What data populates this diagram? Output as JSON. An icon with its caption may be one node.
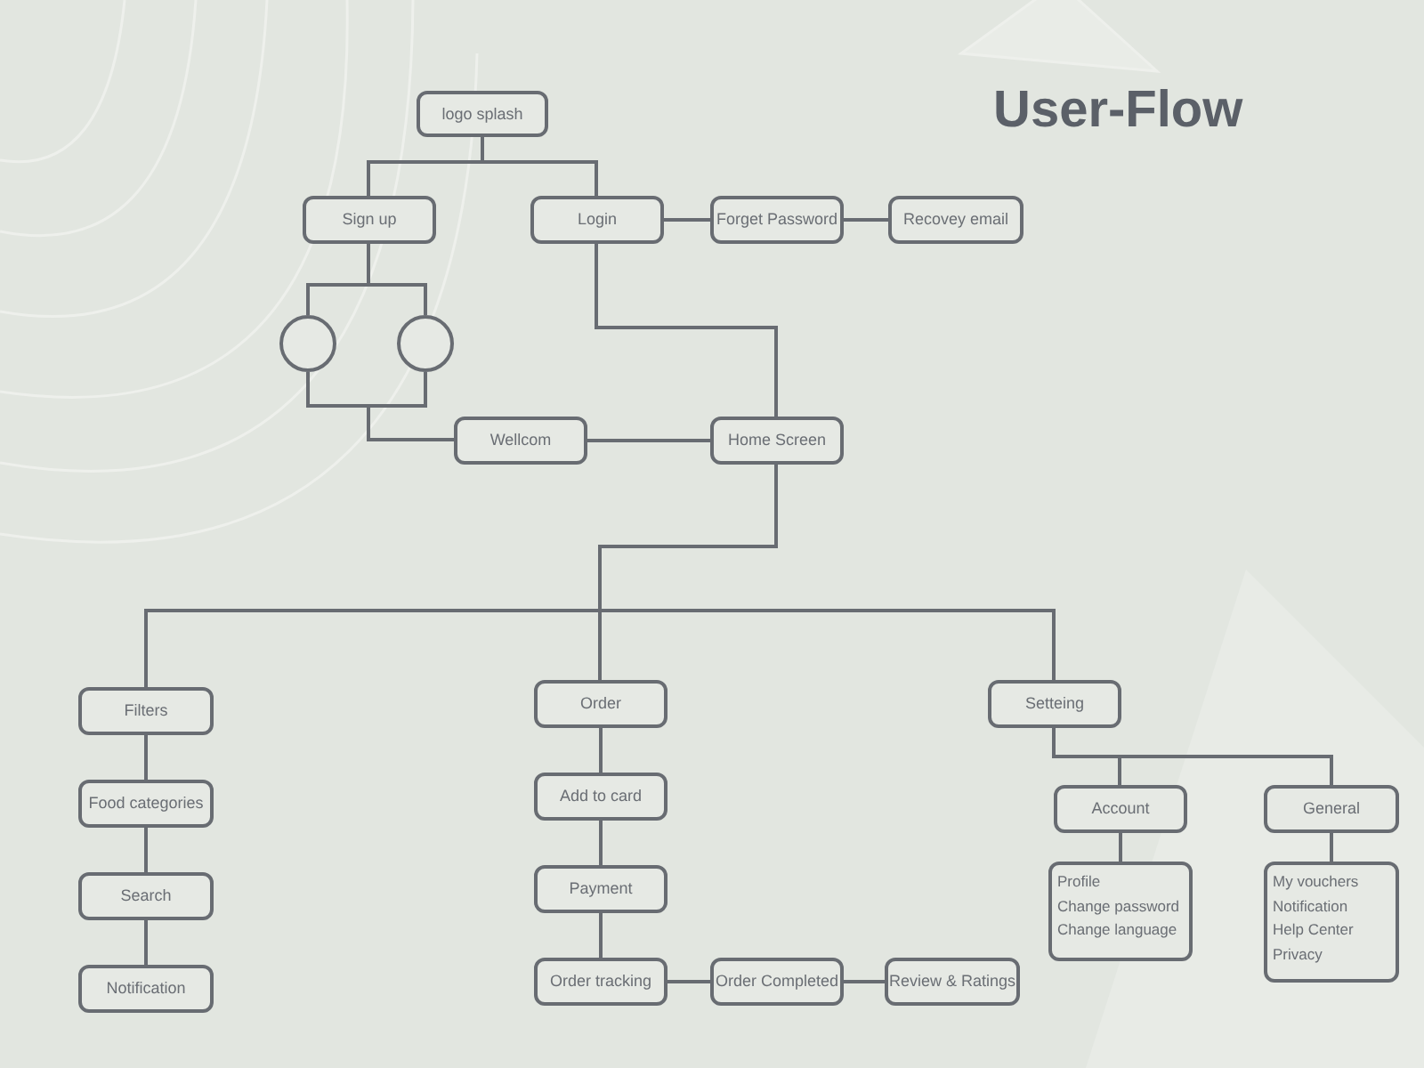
{
  "diagram": {
    "title": "User-Flow",
    "nodes": [
      {
        "text": [
          "logo splash"
        ]
      },
      {
        "text": [
          "Sign up"
        ]
      },
      {
        "text": [
          "Login"
        ]
      },
      {
        "text": [
          "Forget Password"
        ]
      },
      {
        "text": [
          "Recovey email"
        ]
      },
      {
        "text": [],
        "shape": "circle"
      },
      {
        "text": [],
        "shape": "circle"
      },
      {
        "text": [
          "Wellcom"
        ]
      },
      {
        "text": [
          "Home Screen"
        ]
      },
      {
        "text": [
          "Filters"
        ]
      },
      {
        "text": [
          "Food categories"
        ]
      },
      {
        "text": [
          "Search"
        ]
      },
      {
        "text": [
          "Notification"
        ]
      },
      {
        "text": [
          "Order"
        ]
      },
      {
        "text": [
          "Add to card"
        ]
      },
      {
        "text": [
          "Payment"
        ]
      },
      {
        "text": [
          "Order tracking"
        ]
      },
      {
        "text": [
          "Order Completed"
        ]
      },
      {
        "text": [
          "Review & Ratings"
        ]
      },
      {
        "text": [
          "Setteing"
        ]
      },
      {
        "text": [
          "Account"
        ]
      },
      {
        "text": [
          "General"
        ]
      },
      {
        "text": [
          "Profile",
          "Change password",
          "Change language"
        ]
      },
      {
        "text": [
          "My vouchers",
          "Notification",
          "Help Center",
          "Privacy"
        ]
      }
    ],
    "edges": [
      {
        "from": 0,
        "to": 1,
        "arrow": "none"
      },
      {
        "from": 0,
        "to": 2,
        "arrow": "none"
      },
      {
        "from": 1,
        "to": 5,
        "arrow": "none"
      },
      {
        "from": 1,
        "to": 6,
        "arrow": "none"
      },
      {
        "from": 5,
        "to": 7,
        "arrow": "none"
      },
      {
        "from": 6,
        "to": 7,
        "arrow": "none"
      },
      {
        "from": 2,
        "to": 3,
        "arrow": "none"
      },
      {
        "from": 3,
        "to": 4,
        "arrow": "none"
      },
      {
        "from": 2,
        "to": 8,
        "arrow": "none"
      },
      {
        "from": 7,
        "to": 8,
        "arrow": "none"
      },
      {
        "from": 8,
        "to": 9,
        "arrow": "none"
      },
      {
        "from": 8,
        "to": 13,
        "arrow": "none"
      },
      {
        "from": 8,
        "to": 19,
        "arrow": "none"
      },
      {
        "from": 9,
        "to": 10,
        "arrow": "none"
      },
      {
        "from": 10,
        "to": 11,
        "arrow": "none"
      },
      {
        "from": 11,
        "to": 12,
        "arrow": "none"
      },
      {
        "from": 13,
        "to": 14,
        "arrow": "none"
      },
      {
        "from": 14,
        "to": 15,
        "arrow": "none"
      },
      {
        "from": 15,
        "to": 16,
        "arrow": "none"
      },
      {
        "from": 16,
        "to": 17,
        "arrow": "none"
      },
      {
        "from": 17,
        "to": 18,
        "arrow": "none"
      },
      {
        "from": 19,
        "to": 20,
        "arrow": "none"
      },
      {
        "from": 19,
        "to": 21,
        "arrow": "none"
      },
      {
        "from": 20,
        "to": 22,
        "arrow": "none"
      },
      {
        "from": 21,
        "to": 23,
        "arrow": "none"
      }
    ]
  }
}
